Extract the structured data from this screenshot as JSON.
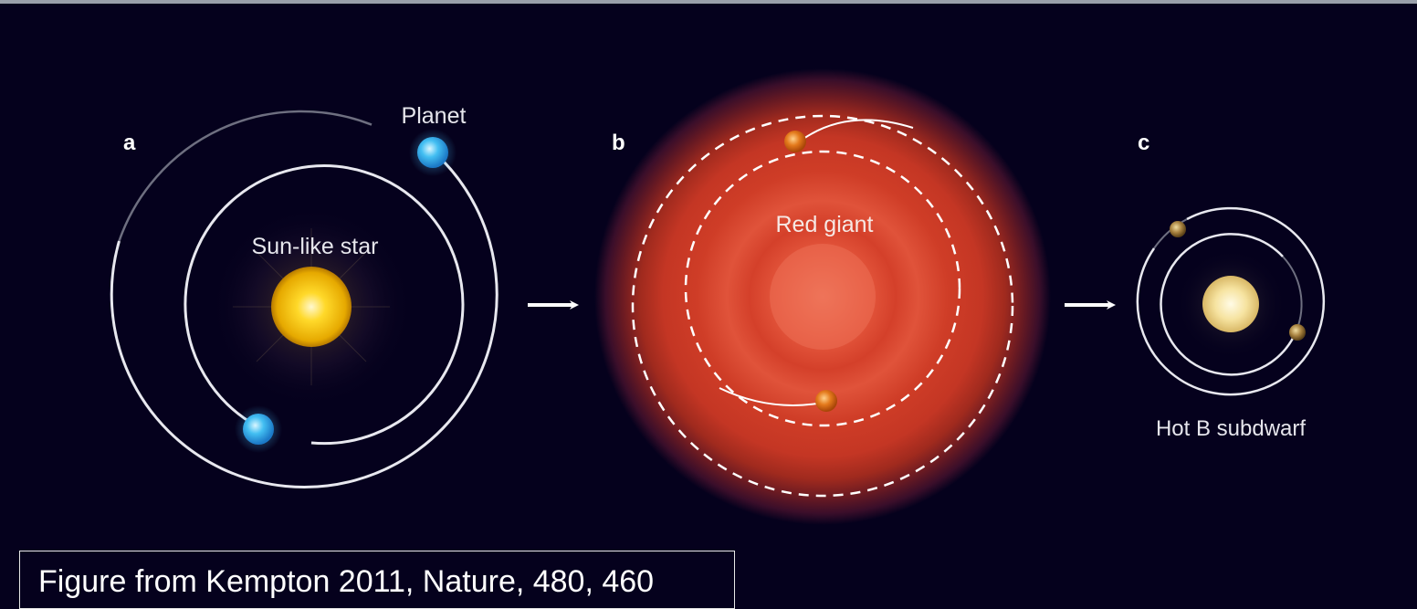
{
  "panels": {
    "a": {
      "letter": "a",
      "planet_label": "Planet",
      "star_label": "Sun-like star"
    },
    "b": {
      "letter": "b",
      "star_label": "Red giant"
    },
    "c": {
      "letter": "c",
      "star_label": "Hot B subdwarf"
    }
  },
  "caption": "Figure from Kempton 2011, Nature, 480, 460",
  "colors": {
    "background": "#05011d",
    "sun_like_star": "#f5c516",
    "planet": "#3fb6ee",
    "red_giant": "#d8402a",
    "engulfed_planet": "#e2751c",
    "subdwarf": "#f6e7a8",
    "subdwarf_planet": "#9c7a3c"
  }
}
